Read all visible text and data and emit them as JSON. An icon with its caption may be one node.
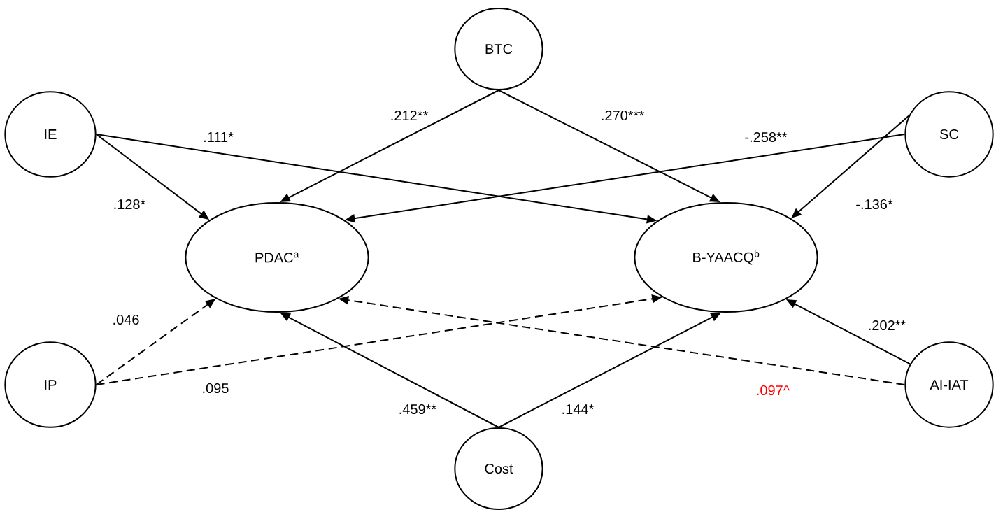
{
  "diagram": {
    "nodes": [
      {
        "text": [
          "BTC"
        ]
      },
      {
        "text": [
          "IE"
        ]
      },
      {
        "text": [
          "SC"
        ]
      },
      {
        "text": [
          "PDAC$^{a}$"
        ]
      },
      {
        "text": [
          "B-YAACQ$^{b}$"
        ]
      },
      {
        "text": [
          "IP"
        ]
      },
      {
        "text": [
          "AI-IAT"
        ]
      },
      {
        "text": [
          "Cost"
        ]
      }
    ],
    "edges": [
      {
        "from": 0,
        "to": 3,
        "arrow": "to",
        "label": ".212**"
      },
      {
        "from": 0,
        "to": 4,
        "arrow": "to",
        "label": ".270***"
      },
      {
        "from": 1,
        "to": 3,
        "arrow": "to",
        "label": ".128*"
      },
      {
        "from": 1,
        "to": 4,
        "arrow": "to",
        "label": ".111*"
      },
      {
        "from": 2,
        "to": 3,
        "arrow": "to",
        "label": "-.258**"
      },
      {
        "from": 2,
        "to": 4,
        "arrow": "to",
        "label": "-.136*"
      },
      {
        "from": 5,
        "to": 3,
        "arrow": "to",
        "label": ".046",
        "style": "dashed"
      },
      {
        "from": 5,
        "to": 4,
        "arrow": "to",
        "label": ".095",
        "style": "dashed"
      },
      {
        "from": 6,
        "to": 3,
        "arrow": "to",
        "label": ".097^",
        "style": "dashed"
      },
      {
        "from": 6,
        "to": 4,
        "arrow": "to",
        "label": ".202**"
      },
      {
        "from": 7,
        "to": 3,
        "arrow": "to",
        "label": ".459**"
      },
      {
        "from": 7,
        "to": 4,
        "arrow": "to",
        "label": ".144*"
      }
    ]
  }
}
